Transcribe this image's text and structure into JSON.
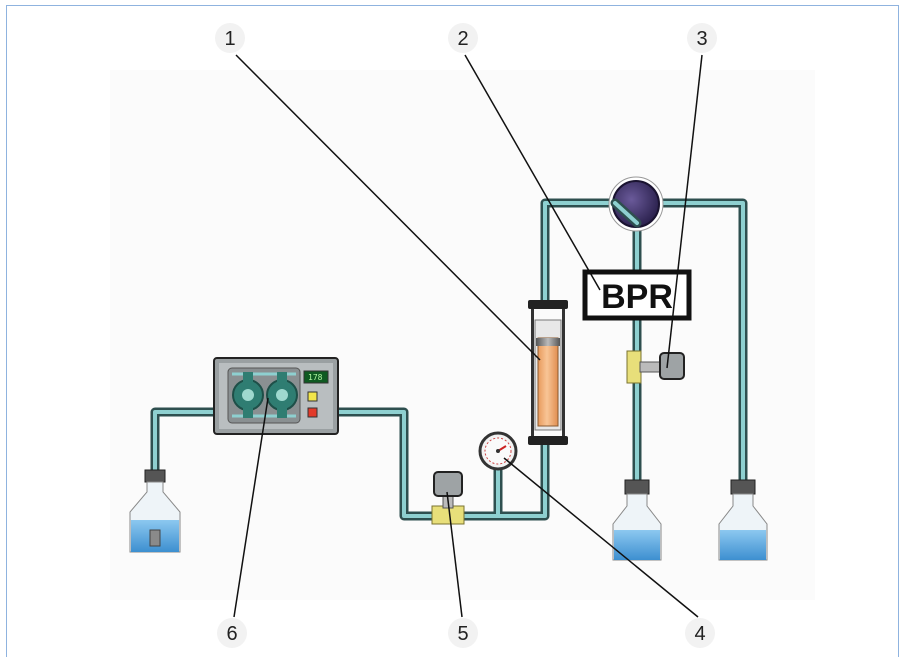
{
  "callouts": [
    {
      "id": "1",
      "label": "1"
    },
    {
      "id": "2",
      "label": "2"
    },
    {
      "id": "3",
      "label": "3"
    },
    {
      "id": "4",
      "label": "4"
    },
    {
      "id": "5",
      "label": "5"
    },
    {
      "id": "6",
      "label": "6"
    }
  ],
  "bpr_label": "BPR",
  "pump_display": "178",
  "colors": {
    "tube_outer": "#2e4f4f",
    "tube_inner": "#8ed0d0",
    "column_packing": "#f3b27e",
    "liquid": "#5aa8e0",
    "valve_knob": "#3a2e5e",
    "frame": "#8fb3df"
  },
  "icons": {
    "pump": "peristaltic-pump-icon",
    "column": "packed-column-icon",
    "bpr": "back-pressure-regulator-icon",
    "gauge": "pressure-gauge-icon",
    "valve": "three-way-valve-icon",
    "bottle": "reservoir-bottle-icon"
  }
}
